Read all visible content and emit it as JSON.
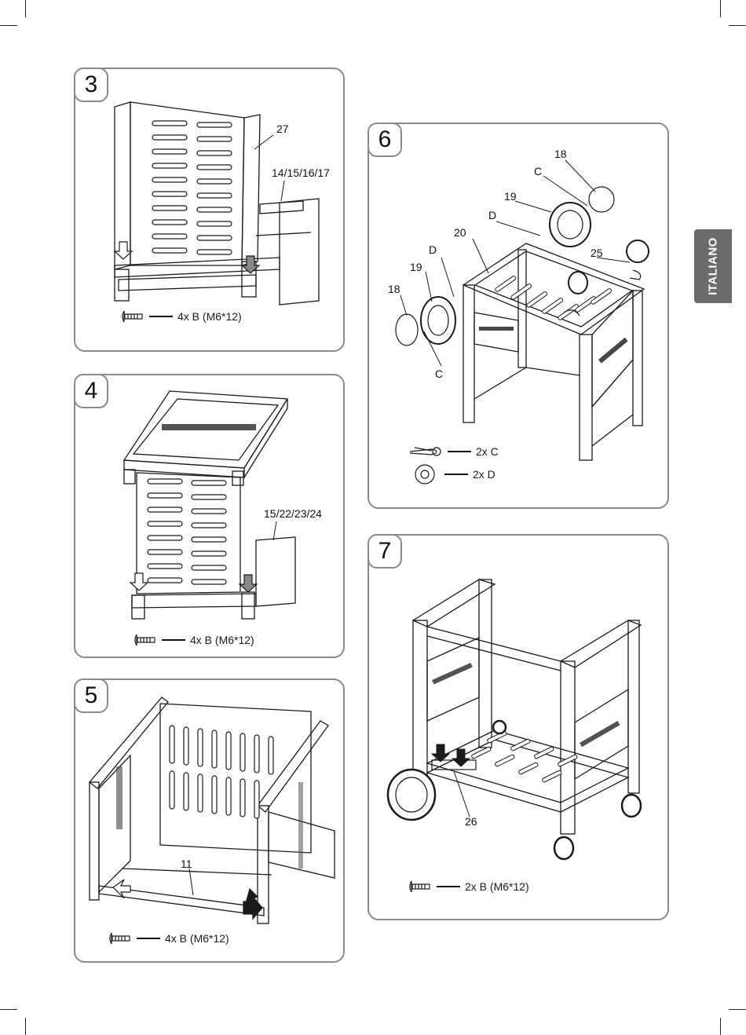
{
  "language_tab": "ITALIANO",
  "steps": {
    "s3": {
      "number": "3",
      "callouts": [
        "27",
        "14/15/16/17"
      ],
      "hardware": "4x B (M6*12)"
    },
    "s4": {
      "number": "4",
      "callouts": [
        "15/22/23/24"
      ],
      "hardware": "4x B (M6*12)"
    },
    "s5": {
      "number": "5",
      "callouts": [
        "11"
      ],
      "hardware": "4x B (M6*12)"
    },
    "s6": {
      "number": "6",
      "callouts": [
        "18",
        "C",
        "19",
        "D",
        "20",
        "25",
        "D",
        "19",
        "18",
        "C"
      ],
      "hardware": [
        "2x C",
        "2x D"
      ]
    },
    "s7": {
      "number": "7",
      "callouts": [
        "26"
      ],
      "hardware": "2x B (M6*12)"
    }
  },
  "icons": [
    "bolt-icon",
    "cotter-pin-icon",
    "washer-icon",
    "arrow-down-icon"
  ],
  "colors": {
    "border": "#8a8a8a",
    "tab": "#6b6b6b",
    "line": "#1a1a1a"
  }
}
